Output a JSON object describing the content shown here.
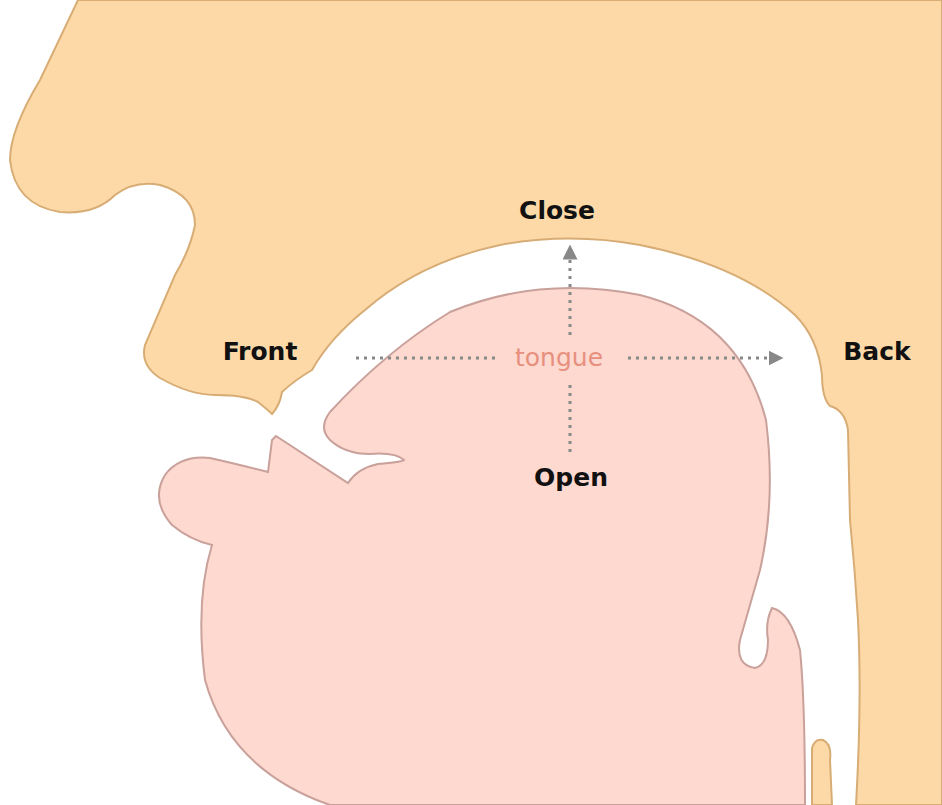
{
  "diagram": {
    "labels": [
      "Close",
      "Front",
      "tongue",
      "Open",
      "Back"
    ]
  }
}
